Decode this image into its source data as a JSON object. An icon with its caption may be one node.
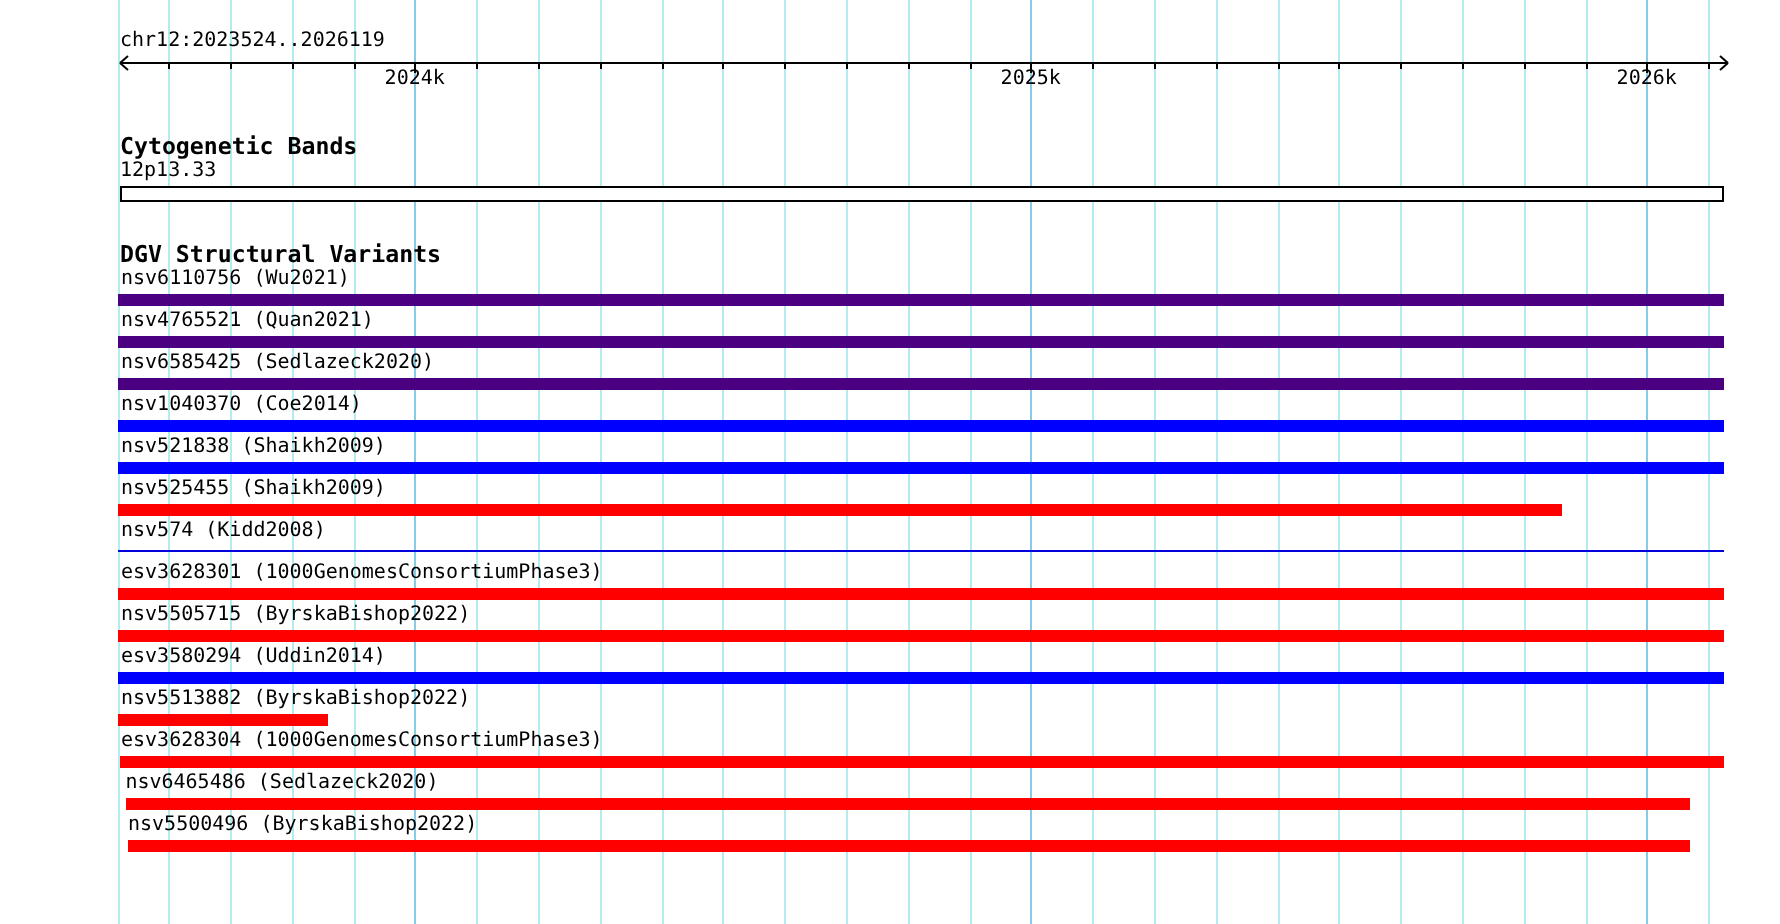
{
  "diagram": {
    "nodes": [
      {
        "text": [
          "12p13.33"
        ]
      },
      {
        "text": [
          "nsv6110756 (Wu2021)"
        ]
      },
      {
        "text": [
          "nsv4765521 (Quan2021)"
        ]
      },
      {
        "text": [
          "nsv6585425 (Sedlazeck2020)"
        ]
      },
      {
        "text": [
          "nsv1040370 (Coe2014)"
        ]
      },
      {
        "text": [
          "nsv521838 (Shaikh2009)"
        ]
      },
      {
        "text": [
          "nsv525455 (Shaikh2009)"
        ]
      },
      {
        "text": [
          "nsv574 (Kidd2008)"
        ]
      },
      {
        "text": [
          "esv3628301 (1000GenomesConsortiumPhase3)"
        ]
      },
      {
        "text": [
          "nsv5505715 (ByrskaBishop2022)"
        ]
      },
      {
        "text": [
          "esv3580294 (Uddin2014)"
        ]
      },
      {
        "text": [
          "nsv5513882 (ByrskaBishop2022)"
        ]
      },
      {
        "text": [
          "esv3628304 (1000GenomesConsortiumPhase3)"
        ]
      },
      {
        "text": [
          "nsv6465486 (Sedlazeck2020)"
        ]
      },
      {
        "text": [
          "nsv5500496 (ByrskaBishop2022)"
        ]
      }
    ],
    "labels": [
      "chr12:2023524..2026119",
      "2024k",
      "2025k",
      "2026k",
      "Cytogenetic Bands",
      "DGV Structural Variants"
    ]
  }
}
